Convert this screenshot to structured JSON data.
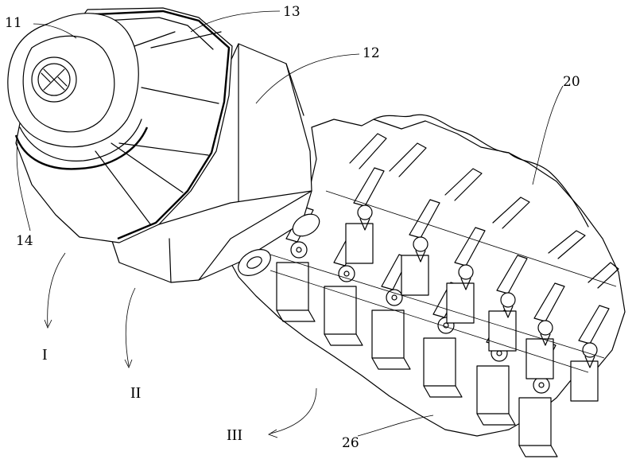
{
  "figure": {
    "labels": {
      "head_cap": "11",
      "motor_housing": "12",
      "cone_cover": "13",
      "seal_ring": "14",
      "frame": "20",
      "clamp_array": "26"
    },
    "directions": {
      "first": "I",
      "second": "II",
      "third": "III"
    }
  }
}
